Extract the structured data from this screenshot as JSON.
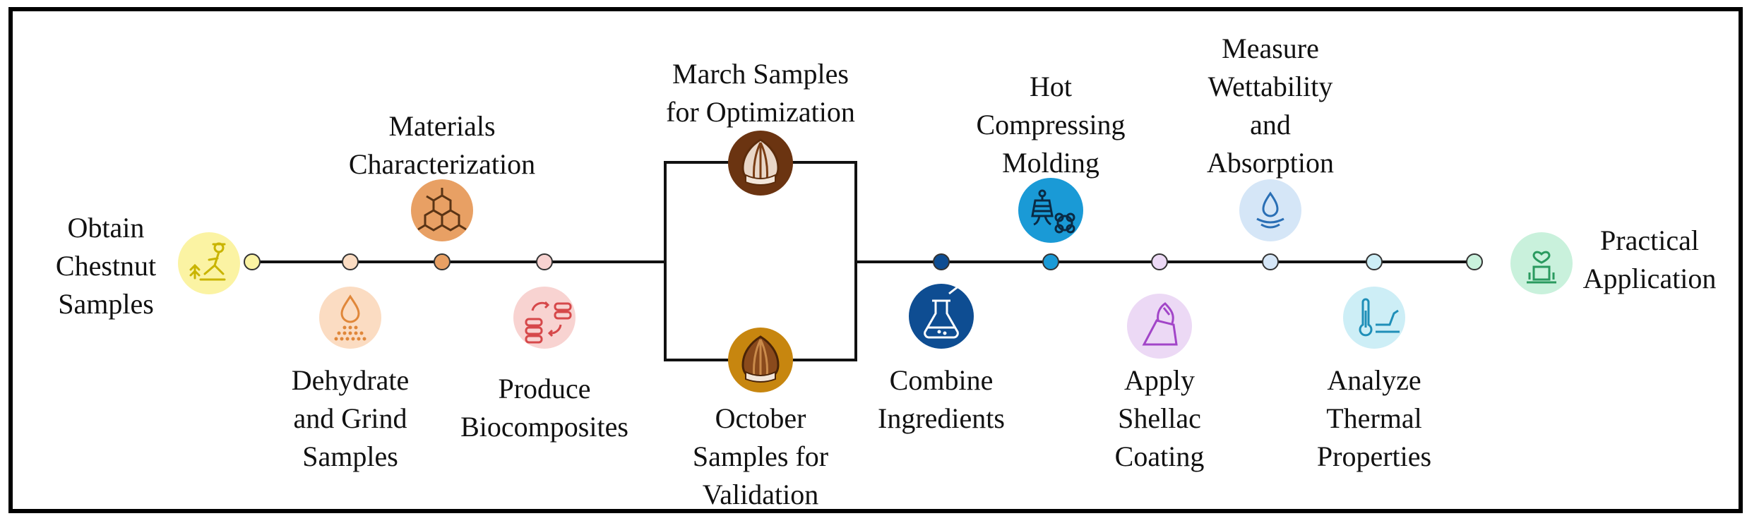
{
  "steps": {
    "obtain": {
      "lines": [
        "Obtain",
        "Chestnut",
        "Samples"
      ],
      "icon": "farmer-harvesting-icon",
      "color": "#fbf3a3"
    },
    "dehydrate": {
      "lines": [
        "Dehydrate",
        "and Grind",
        "Samples"
      ],
      "icon": "water-drop-grind-icon",
      "color": "#fbdcc2"
    },
    "materials": {
      "lines": [
        "Materials",
        "Characterization"
      ],
      "icon": "molecule-structure-icon",
      "color": "#e8a064"
    },
    "produce": {
      "lines": [
        "Produce",
        "Biocomposites"
      ],
      "icon": "stacked-samples-icon",
      "color": "#f8d3d1"
    },
    "march": {
      "lines": [
        "March Samples",
        "for Optimization"
      ],
      "icon": "chestnut-icon",
      "color": "#6b3411"
    },
    "october": {
      "lines": [
        "October",
        "Samples for",
        "Validation"
      ],
      "icon": "chestnut-icon",
      "color": "#c7860f"
    },
    "combine": {
      "lines": [
        "Combine",
        "Ingredients"
      ],
      "icon": "flask-icon",
      "color": "#0e4d92"
    },
    "hot": {
      "lines": [
        "Hot",
        "Compressing",
        "Molding"
      ],
      "icon": "press-mold-icon",
      "color": "#1a9ad6"
    },
    "shellac": {
      "lines": [
        "Apply",
        "Shellac",
        "Coating"
      ],
      "icon": "brush-coating-icon",
      "color": "#ecd9f5"
    },
    "wettability": {
      "lines": [
        "Measure",
        "Wettability",
        "and",
        "Absorption"
      ],
      "icon": "droplet-ripple-icon",
      "color": "#d5e6f7"
    },
    "thermal": {
      "lines": [
        "Analyze",
        "Thermal",
        "Properties"
      ],
      "icon": "thermometer-graph-icon",
      "color": "#cdeef6"
    },
    "practical": {
      "lines": [
        "Practical",
        "Application"
      ],
      "icon": "candle-heart-icon",
      "color": "#c9f1dc"
    }
  },
  "timeline": {
    "line_color": "#111111",
    "dot_colors": [
      "#fbf3a3",
      "#fbdcc2",
      "#e8a064",
      "#f8d3d1",
      "#0e4d92",
      "#1a9ad6",
      "#ecd9f5",
      "#d5e6f7",
      "#cdeef6",
      "#c9f1dc"
    ]
  }
}
